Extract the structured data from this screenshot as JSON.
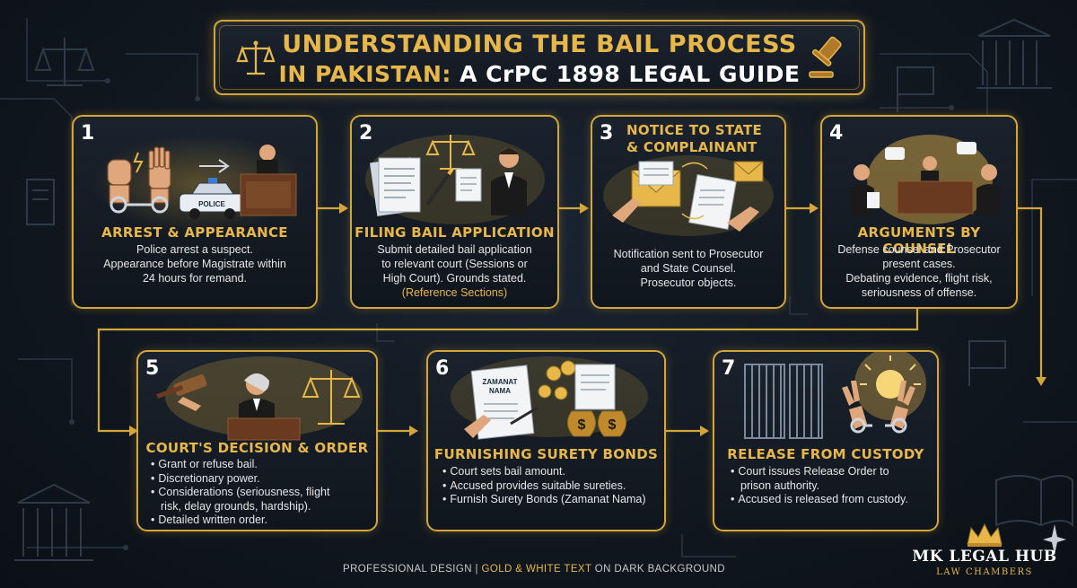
{
  "title": {
    "line1": "UNDERSTANDING THE BAIL PROCESS",
    "line2_gold": "IN PAKISTAN:",
    "line2_white": "A CrPC 1898 LEGAL GUIDE"
  },
  "steps": [
    {
      "number": "1",
      "title": "ARREST & APPEARANCE",
      "body": [
        "Police arrest a suspect.",
        "Appearance before Magistrate within",
        "24 hours for remand."
      ],
      "police_label": "POLICE"
    },
    {
      "number": "2",
      "title": "FILING BAIL APPLICATION",
      "body": [
        "Submit detailed bail application",
        "to relevant court (Sessions or",
        "High Court). Grounds stated."
      ],
      "reference": "(Reference Sections)"
    },
    {
      "number": "3",
      "title_lines": [
        "NOTICE TO STATE",
        "& COMPLAINANT"
      ],
      "body": [
        "Notification sent to Prosecutor",
        "and State Counsel.",
        "Prosecutor objects."
      ]
    },
    {
      "number": "4",
      "title": "ARGUMENTS BY COUNSEL",
      "body": [
        "Defense counsel and Prosecutor",
        "present cases.",
        "Debating evidence, flight risk,",
        "seriousness of offense."
      ]
    },
    {
      "number": "5",
      "title": "COURT'S DECISION & ORDER",
      "bullets": [
        "Grant or refuse bail.",
        "Discretionary power.",
        "Considerations (seriousness, flight",
        "risk, delay grounds, hardship).",
        "Detailed written order."
      ],
      "bullet_flags": [
        true,
        true,
        true,
        false,
        true
      ]
    },
    {
      "number": "6",
      "title": "FURNISHING SURETY BONDS",
      "bullets": [
        "Court sets bail amount.",
        "Accused provides suitable sureties.",
        "Furnish Surety Bonds (Zamanat Nama)"
      ],
      "doc_label_1": "ZAMANAT",
      "doc_label_2": "NAMA"
    },
    {
      "number": "7",
      "title": "RELEASE FROM CUSTODY",
      "bullets": [
        "Court issues Release Order to",
        "prison authority.",
        "Accused is released from custody."
      ],
      "bullet_flags": [
        true,
        false,
        true
      ]
    }
  ],
  "footer": {
    "part1": "PROFESSIONAL DESIGN | ",
    "part2": "GOLD & WHITE TEXT",
    "part3": " ON DARK BACKGROUND"
  },
  "logo": {
    "name": "MK LEGAL HUB",
    "subtitle": "LAW CHAMBERS"
  },
  "colors": {
    "gold": "#d4a63a",
    "gold_text": "#e8b74a",
    "background": "#111820",
    "card": "#1a222d"
  }
}
